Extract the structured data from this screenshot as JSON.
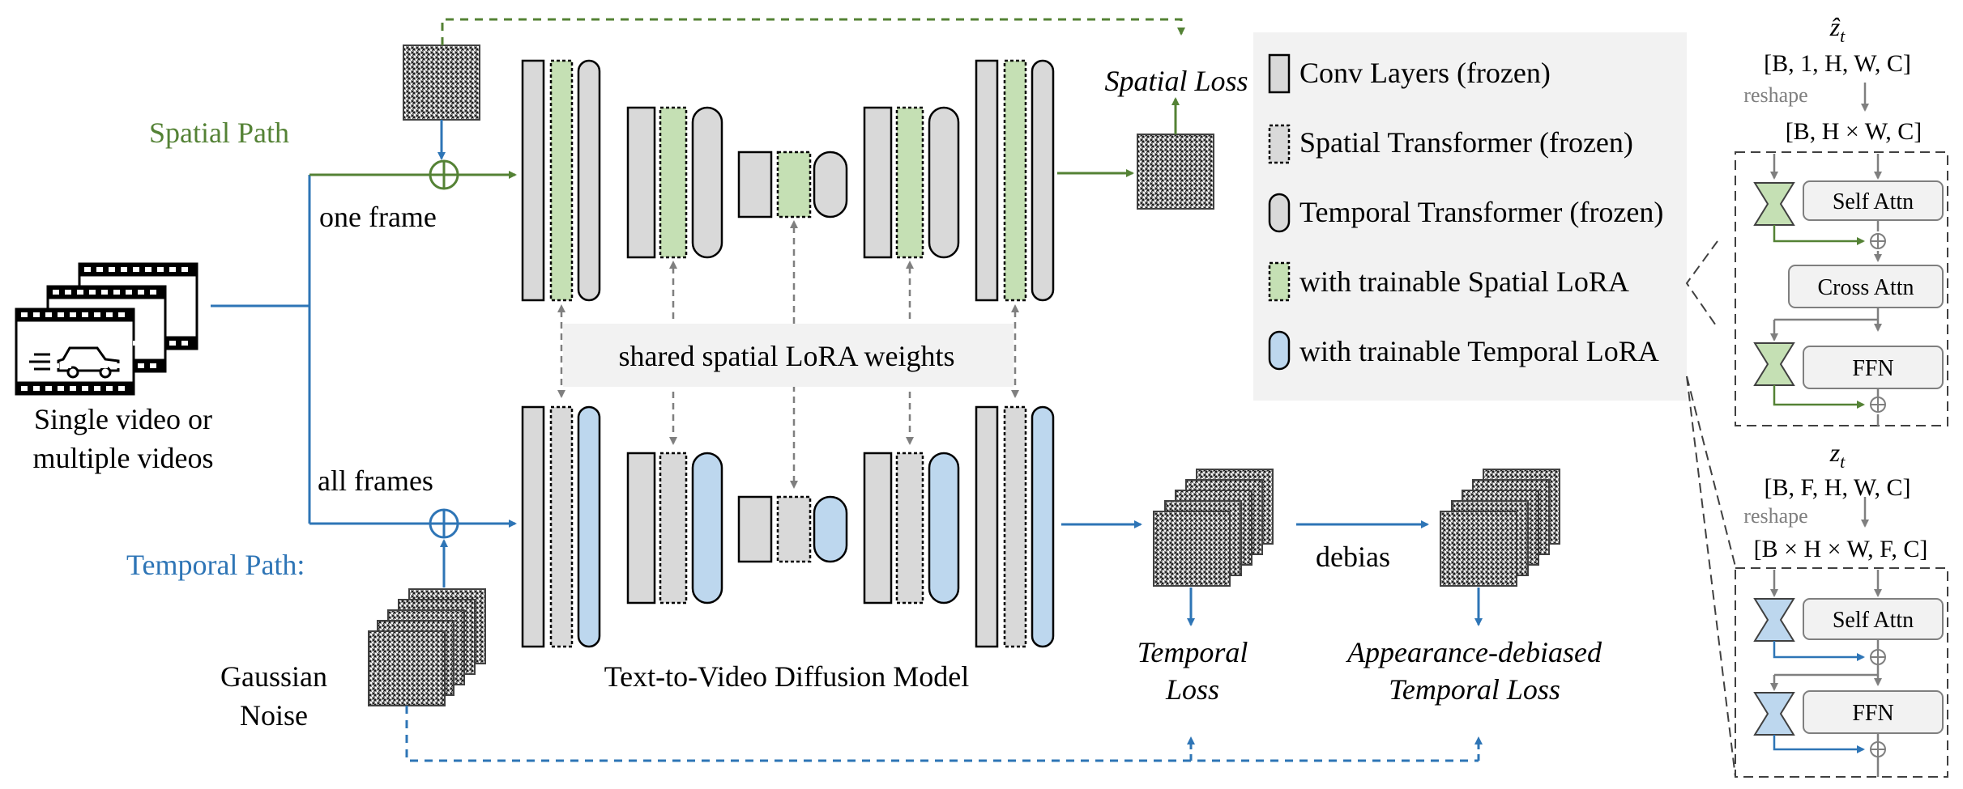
{
  "colors": {
    "green": "#548235",
    "blue": "#2e75b6",
    "green_fill": "#c5e0b4",
    "blue_fill": "#bdd7ee",
    "gray_fill": "#d9d9d9",
    "legend_bg": "#f2f2f2",
    "dash_gray": "#7f7f7f"
  },
  "labels": {
    "spatial_path": "Spatial Path",
    "one_frame": "one frame",
    "input_line1": "Single video or",
    "input_line2": "multiple videos",
    "all_frames": "all frames",
    "temporal_path": "Temporal Path:",
    "noise_line1": "Gaussian",
    "noise_line2": "Noise",
    "shared_weights": "shared spatial LoRA weights",
    "model_name": "Text-to-Video Diffusion Model",
    "spatial_loss": "Spatial Loss",
    "temporal_loss_line1": "Temporal",
    "temporal_loss_line2": "Loss",
    "debias": "debias",
    "debiased_loss_line1": "Appearance-debiased",
    "debiased_loss_line2": "Temporal Loss"
  },
  "legend": {
    "conv": "Conv Layers (frozen)",
    "spatial_transformer": "Spatial Transformer (frozen)",
    "temporal_transformer": "Temporal Transformer (frozen)",
    "spatial_lora": "with trainable Spatial LoRA",
    "temporal_lora": "with trainable Temporal LoRA"
  },
  "spatial_detail": {
    "var": "ẑ",
    "var_sub": "t",
    "shape_in": "[B, 1, H, W, C]",
    "reshape": "reshape",
    "shape_out": "[B, H × W, C]",
    "block1": "Self Attn",
    "block2": "Cross Attn",
    "block3": "FFN"
  },
  "temporal_detail": {
    "var": "z",
    "var_sub": "t",
    "shape_in": "[B, F, H, W, C]",
    "reshape": "reshape",
    "shape_out": "[B × H × W, F, C]",
    "block1": "Self Attn",
    "block2": "FFN"
  }
}
